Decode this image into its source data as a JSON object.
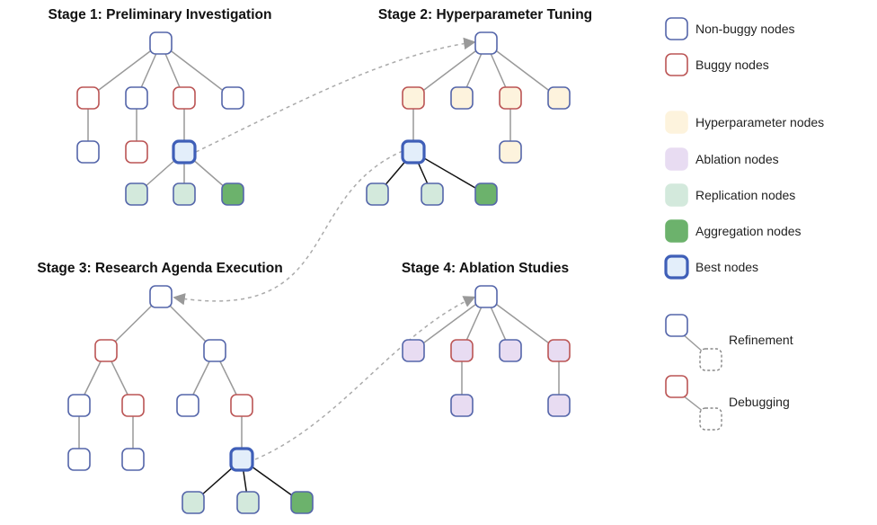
{
  "stages": [
    {
      "title": "Stage 1: Preliminary Investigation"
    },
    {
      "title": "Stage 2: Hyperparameter Tuning"
    },
    {
      "title": "Stage 3: Research Agenda Execution"
    },
    {
      "title": "Stage 4: Ablation Studies"
    }
  ],
  "legend": {
    "non_buggy": "Non-buggy nodes",
    "buggy": "Buggy nodes",
    "hyperparameter": "Hyperparameter nodes",
    "ablation": "Ablation nodes",
    "replication": "Replication nodes",
    "aggregation": "Aggregation nodes",
    "best": "Best nodes",
    "refinement": "Refinement",
    "debugging": "Debugging"
  },
  "colors": {
    "non_buggy_stroke": "#5566aa",
    "buggy_stroke": "#bb5555",
    "hyper_fill": "#fdf3dd",
    "ablation_fill": "#e8dcf2",
    "replication_fill": "#d3e9dc",
    "aggregation_fill": "#6cb26c",
    "best_fill": "#e3eefa",
    "best_stroke": "#3f5fb8"
  }
}
